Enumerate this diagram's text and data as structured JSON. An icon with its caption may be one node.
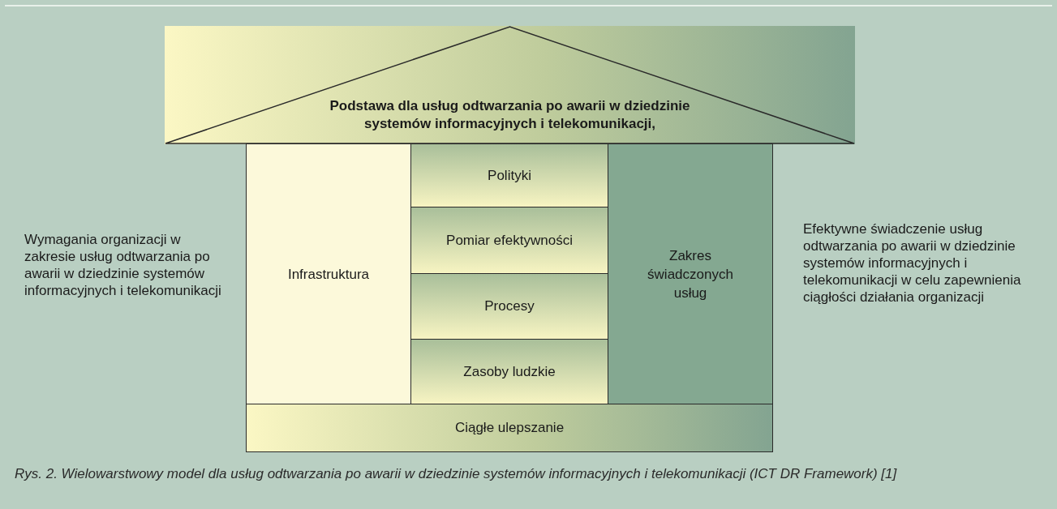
{
  "diagram": {
    "caption": "Rys. 2. Wielowarstwowy model dla usług odtwarzania po awarii w dziedzinie systemów informacyjnych i telekomunikacji (ICT DR Framework) [1]",
    "nodes": [
      {
        "text": [
          "Podstawa dla usług odtwarzania po awarii w dziedzinie systemów informacyjnych i telekomunikacji,"
        ]
      },
      {
        "text": [
          "Infrastruktura"
        ]
      },
      {
        "text": [
          "Polityki"
        ]
      },
      {
        "text": [
          "Pomiar efektywności"
        ]
      },
      {
        "text": [
          "Procesy"
        ]
      },
      {
        "text": [
          "Zasoby ludzkie"
        ]
      },
      {
        "text": [
          "Zakres świadczonych usług"
        ]
      },
      {
        "text": [
          "Ciągłe ulepszanie"
        ]
      }
    ],
    "labels": [
      "Wymagania organizacji w zakresie usług odtwarzania po awarii w dziedzinie systemów informacyjnych i telekomunikacji",
      "Efektywne świadczenie usług odtwarzania po awarii w dziedzinie systemów informacyjnych i telekomunikacji w celu zapewnienia ciągłości działania organizacji"
    ]
  }
}
